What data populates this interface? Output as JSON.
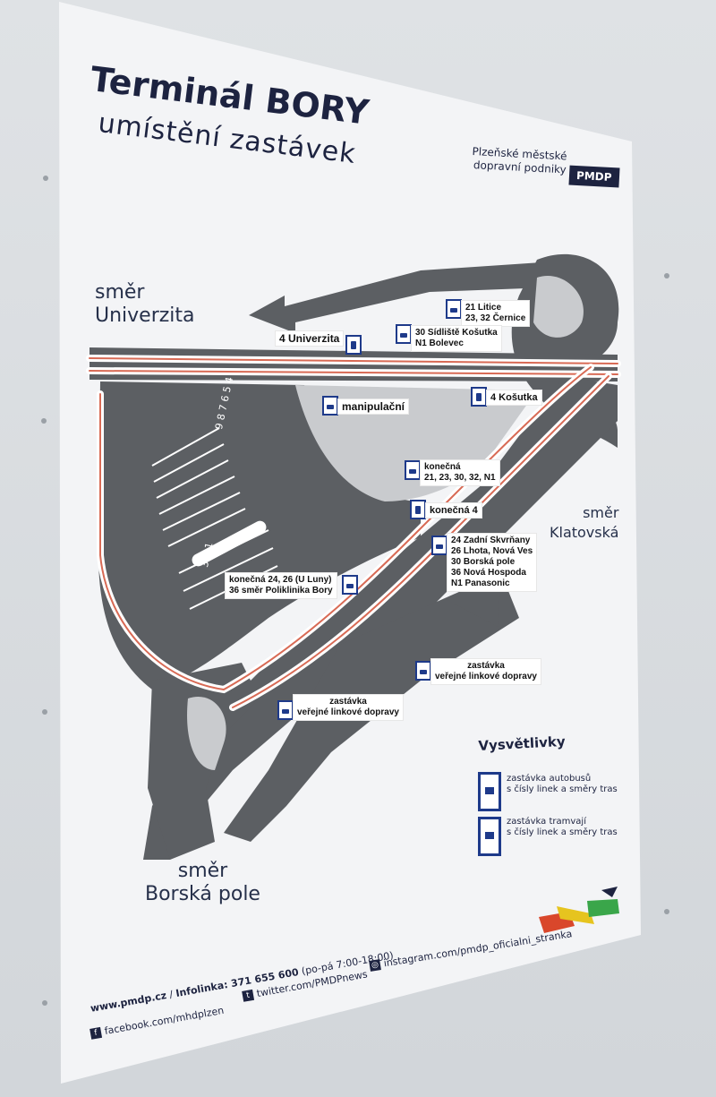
{
  "title": {
    "main": "Terminál BORY",
    "sub": "umístění zastávek"
  },
  "brand": {
    "line1": "Plzeňské městské",
    "line2": "dopravní podniky",
    "logo": "PMDP"
  },
  "directions": {
    "univerzita": [
      "směr",
      "Univerzita"
    ],
    "klatovska": [
      "směr",
      "Klatovská"
    ],
    "borska": [
      "směr",
      "Borská pole"
    ]
  },
  "stops": {
    "univerzita": {
      "lines": [
        "4 Univerzita"
      ],
      "type": "tram"
    },
    "litice": {
      "lines": [
        "21 Litice",
        "23, 32 Černice"
      ],
      "type": "bus"
    },
    "sidliste": {
      "lines": [
        "30 Sídliště Košutka",
        "N1 Bolevec"
      ],
      "type": "bus"
    },
    "manipulacni": {
      "lines": [
        "manipulační"
      ],
      "type": "bus"
    },
    "kosutka": {
      "lines": [
        "4 Košutka"
      ],
      "type": "tram"
    },
    "konecna_bus": {
      "lines": [
        "konečná",
        "21, 23, 30, 32, N1"
      ],
      "type": "bus"
    },
    "konecna4": {
      "lines": [
        "konečná 4"
      ],
      "type": "tram"
    },
    "skvrnany": {
      "lines": [
        "24 Zadní Skvrňany",
        "26 Lhota, Nová Ves",
        "30 Borská pole",
        "36 Nová Hospoda",
        "N1 Panasonic"
      ],
      "type": "bus"
    },
    "luny": {
      "lines": [
        "konečná 24, 26 (U Luny)",
        "36 směr Poliklinika Bory"
      ],
      "type": "bus"
    },
    "zastavka_right": {
      "lines": [
        "zastávka",
        "veřejné linkové dopravy"
      ],
      "type": "bus"
    },
    "zastavka_left": {
      "lines": [
        "zastávka",
        "veřejné linkové dopravy"
      ],
      "type": "bus"
    }
  },
  "bay_numbers": {
    "upper": [
      "9",
      "8",
      "7",
      "6",
      "5",
      "4"
    ],
    "lower": [
      "3",
      "2",
      "1"
    ]
  },
  "legend": {
    "title": "Vysvětlivky",
    "bus": [
      "zastávka autobusů",
      "s čísly linek a směry tras"
    ],
    "tram": [
      "zastávka tramvají",
      "s čísly linek a směry tras"
    ]
  },
  "footer": {
    "web": "www.pmdp.cz",
    "sep": "/",
    "infolinka": "Infolinka: 371 655 600",
    "hours": "(po-pá 7:00-18:00)",
    "twitter": "twitter.com/PMDPnews",
    "instagram": "instagram.com/pmdp_oficialni_stranka",
    "facebook": "facebook.com/mhdplzen"
  },
  "colors": {
    "road": "#5c5f63",
    "board": "#f3f4f6",
    "navy": "#1d2340",
    "stop_blue": "#1e3a8a",
    "track_red": "#d86a55"
  },
  "icons": [
    "bus-stop-icon",
    "tram-stop-icon",
    "facebook-icon",
    "twitter-icon",
    "instagram-icon"
  ]
}
